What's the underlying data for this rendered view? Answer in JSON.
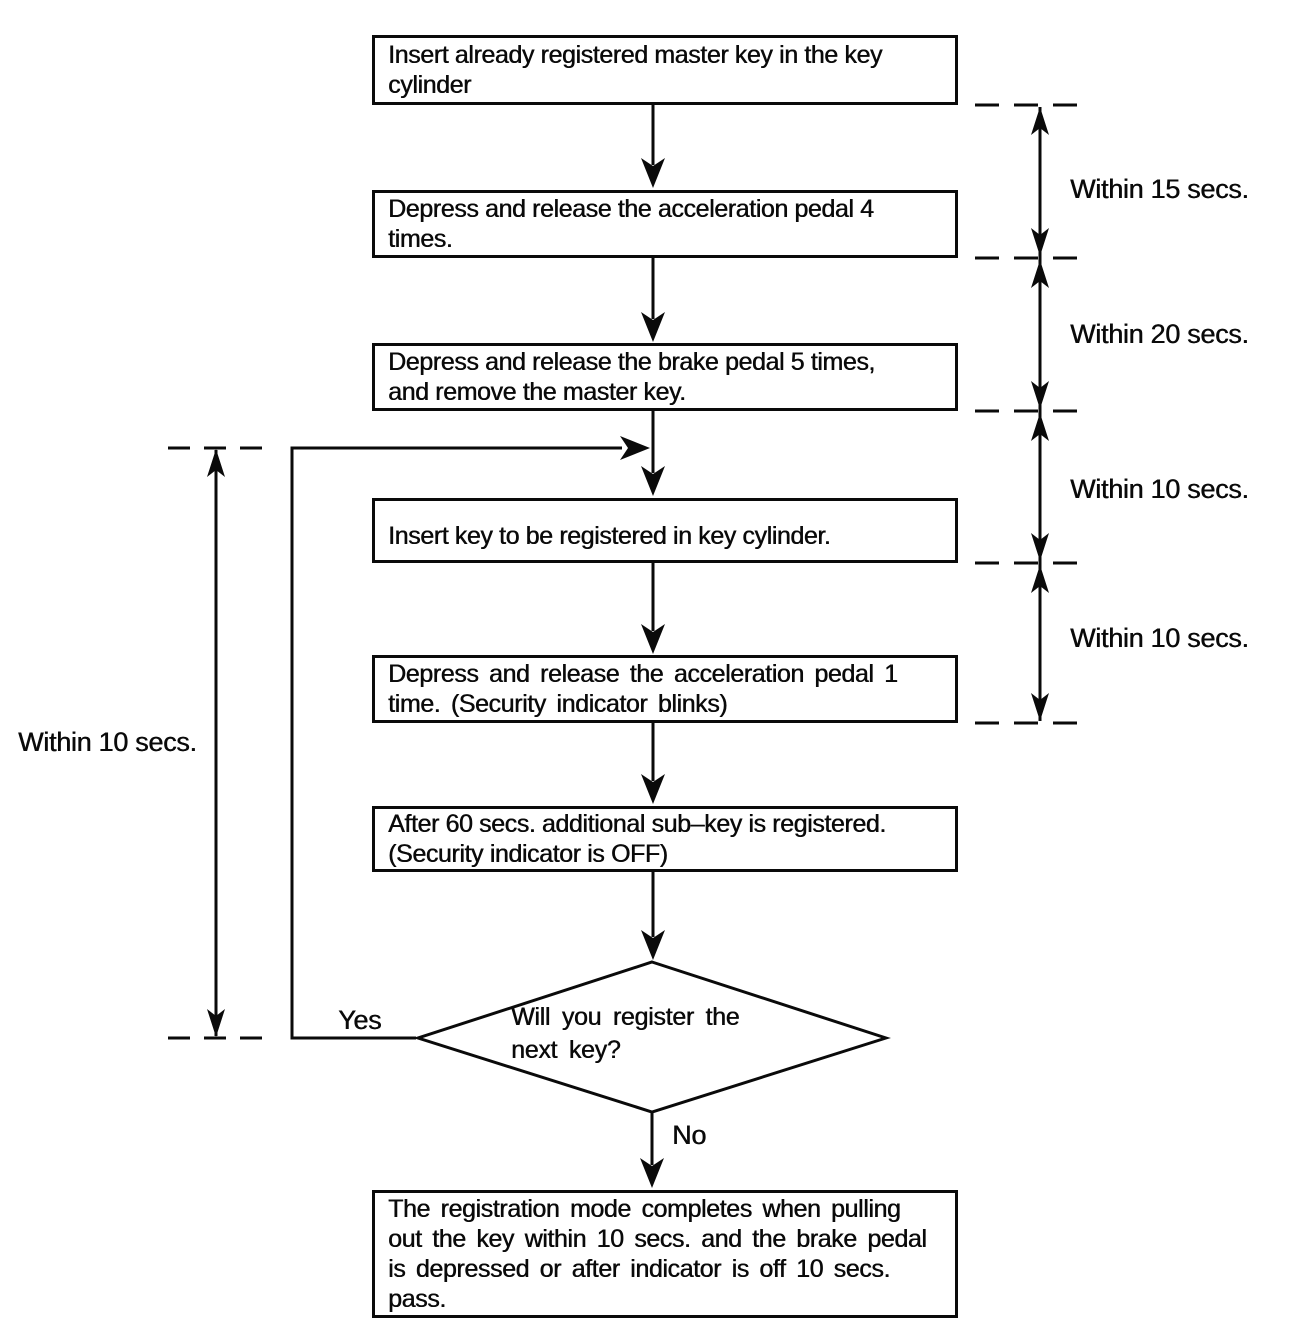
{
  "diagram": {
    "steps": [
      {
        "text": "Insert already registered master key in the key\ncylinder"
      },
      {
        "text": "Depress and release the acceleration pedal 4\ntimes."
      },
      {
        "text": "Depress and release the brake pedal 5 times,\nand remove the master key."
      },
      {
        "text": "Insert key to be registered in key cylinder."
      },
      {
        "text": "Depress and release the acceleration pedal 1\ntime. (Security indicator blinks)"
      },
      {
        "text": "After 60 secs. additional sub–key is registered.\n(Security indicator is OFF)"
      },
      {
        "text": "The registration mode completes when pulling\nout the key within 10 secs. and the brake pedal\nis depressed or after indicator is off 10 secs.\npass."
      }
    ],
    "decision": {
      "question": "Will you register the\nnext key?",
      "yes": "Yes",
      "no": "No"
    },
    "timing": {
      "right": [
        "Within 15 secs.",
        "Within 20 secs.",
        "Within 10 secs.",
        "Within 10 secs."
      ],
      "left": "Within 10 secs."
    },
    "colors": {
      "ink": "#0a0a0a",
      "paper": "#ffffff"
    }
  }
}
